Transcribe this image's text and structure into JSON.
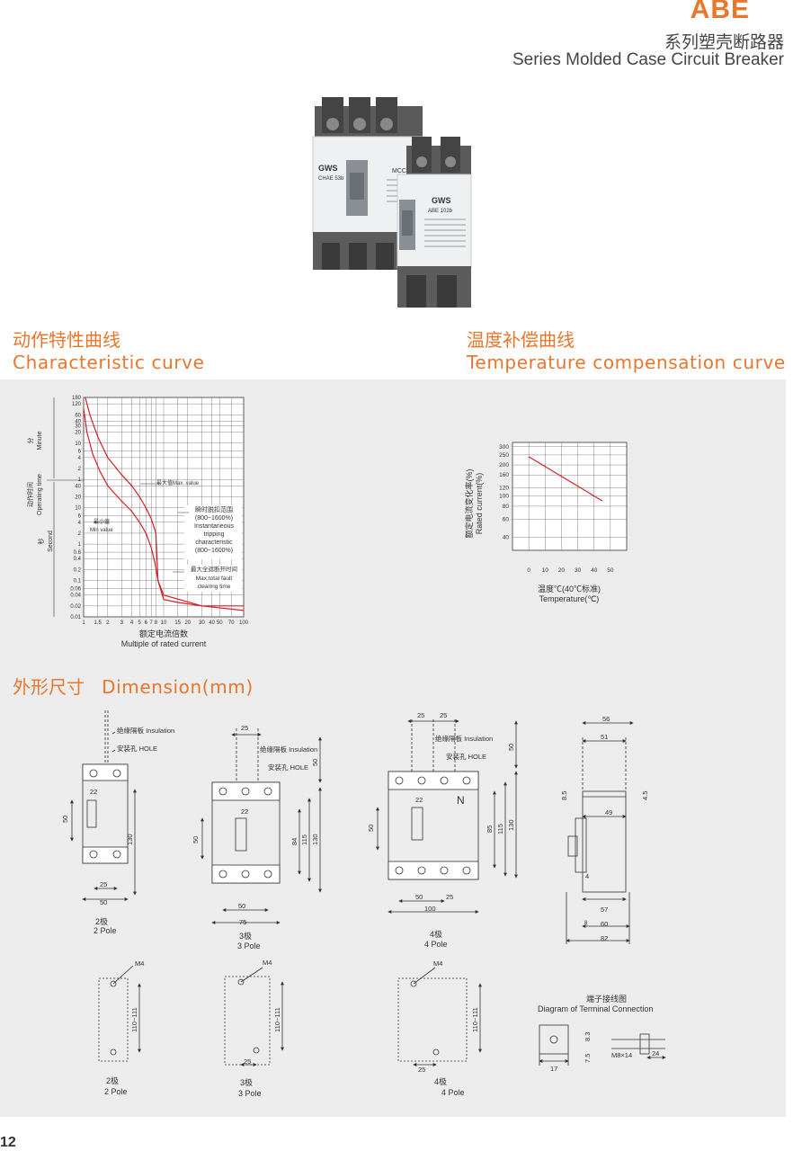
{
  "header": {
    "title": "ABE",
    "subtitle_cn": "系列塑壳断路器",
    "subtitle_en": "Series Molded Case Circuit Breaker"
  },
  "product_photo": {
    "brand": "GWS",
    "large_label": "CHAE 53b",
    "small_label": "ABE 102b",
    "tag": "MCCB"
  },
  "sections": {
    "characteristic_cn": "动作特性曲线",
    "characteristic_en": "Characteristic curve",
    "temperature_cn": "温度补偿曲线",
    "temperature_en": "Temperature compensation curve",
    "dimension_cn": "外形尺寸",
    "dimension_en": "Dimension(mm)"
  },
  "characteristic_chart": {
    "ylabel_minute_cn": "分",
    "ylabel_minute_en": "Minute",
    "ylabel_op_cn": "动作时间",
    "ylabel_op_en": "Operating time",
    "ylabel_second_cn": "秒",
    "ylabel_second_en": "Second",
    "xlabel_cn": "额定电流倍数",
    "xlabel_en": "Multiple of rated current",
    "minute_ticks": [
      "180",
      "120",
      "60",
      "40",
      "30",
      "20",
      "10",
      "6",
      "4",
      "2",
      "1"
    ],
    "second_ticks": [
      "40",
      "20",
      "10",
      "6",
      "4",
      "2",
      "1",
      "0.6",
      "0.4",
      "0.2",
      "0.1",
      "0.06",
      "0.04",
      "0.02",
      "0.01"
    ],
    "x_ticks": [
      "1",
      "1.5",
      "2",
      "3",
      "4",
      "5",
      "6",
      "7",
      "8",
      "10",
      "15",
      "20",
      "30",
      "40",
      "50",
      "70",
      "100"
    ],
    "ann_max": "最大值Max. value",
    "ann_min_cn": "最小值",
    "ann_min_en": "Min value",
    "ann_inst_cn": "瞬时脱扣范围",
    "ann_inst_range": "(800~1600%)",
    "ann_inst_en1": "Instantaneous",
    "ann_inst_en2": "tripping",
    "ann_inst_en3": "characteristic",
    "ann_inst_range2": "(800~1600%)",
    "ann_fault_cn": "最大全遮断开时间",
    "ann_fault_en1": "Max.total fault",
    "ann_fault_en2": "clearing time"
  },
  "chart_data": [
    {
      "type": "line",
      "title": "Characteristic curve",
      "xlabel": "Multiple of rated current",
      "ylabel": "Operating time",
      "x_scale": "log",
      "y_scale": "log",
      "series": [
        {
          "name": "Max. value",
          "x": [
            1.05,
            1.2,
            1.5,
            2,
            3,
            4,
            5,
            6,
            7,
            8,
            8.5,
            10,
            15,
            30,
            50,
            100
          ],
          "y": [
            10800,
            3600,
            900,
            240,
            80,
            40,
            20,
            10,
            5,
            2,
            0.1,
            0.03,
            0.025,
            0.02,
            0.02,
            0.02
          ]
        },
        {
          "name": "Min value",
          "x": [
            1.0,
            1.1,
            1.3,
            1.6,
            2,
            3,
            4,
            5,
            6,
            7,
            7.8,
            8.5,
            10,
            30,
            100
          ],
          "y": [
            5400,
            1200,
            300,
            100,
            40,
            15,
            8,
            4,
            2,
            0.8,
            0.3,
            0.1,
            0.04,
            0.02,
            0.015
          ]
        }
      ]
    },
    {
      "type": "line",
      "title": "Temperature compensation curve",
      "xlabel_cn": "温度℃(40℃标准)",
      "xlabel": "Temperature(℃)",
      "ylabel_cn": "额定电流变化率(%)",
      "ylabel": "Rated current(%)",
      "x_ticks": [
        "0",
        "10",
        "20",
        "30",
        "40",
        "50"
      ],
      "y_ticks": [
        "300",
        "250",
        "200",
        "160",
        "120",
        "100",
        "80",
        "60",
        "40"
      ],
      "series": [
        {
          "name": "Rated current",
          "x": [
            0,
            45
          ],
          "y": [
            240,
            90
          ]
        }
      ]
    }
  ],
  "dimensions": {
    "insulation": "绝缘隔板 Insulation",
    "hole": "安装孔 HOLE",
    "pole2_cn": "2极",
    "pole2_en": "2 Pole",
    "pole3_cn": "3极",
    "pole3_en": "3 Pole",
    "pole4_cn": "4极",
    "pole4_en": "4 Pole",
    "n_label": "N",
    "m4": "M4",
    "terminal_cn": "端子接线图",
    "terminal_en": "Diagram of Terminal Connection",
    "terminal_screw": "M8×14",
    "d_22": "22",
    "d_25": "25",
    "d_50": "50",
    "d_75": "75",
    "d_84": "84",
    "d_85": "85",
    "d_100": "100",
    "d_115": "115",
    "d_130": "130",
    "d_56": "56",
    "d_51": "51",
    "d_49": "49",
    "d_8_5": "8.5",
    "d_4_5": "4.5",
    "d_4": "4",
    "d_57": "57",
    "d_60": "60",
    "d_82": "82",
    "d_8": "8",
    "d_110_111": "110~111",
    "d_17": "17",
    "d_7_5": "7.5",
    "d_8_3": "8.3",
    "d_24": "24"
  },
  "page_number": "12"
}
